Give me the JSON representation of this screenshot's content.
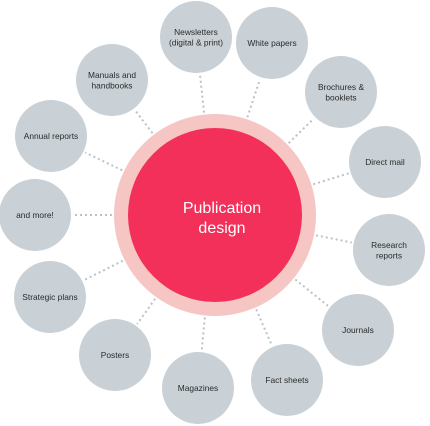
{
  "center": {
    "line1": "Publication",
    "line2": "design"
  },
  "colors": {
    "ring": "#f6c6c4",
    "core": "#f2305a",
    "node": "#c9d1d6",
    "spoke": "#b9c2c8",
    "text": "#2b2b2b"
  },
  "nodes": [
    {
      "name": "newsletters",
      "lines": [
        "Newsletters",
        "(digital & print)"
      ]
    },
    {
      "name": "white-papers",
      "lines": [
        "White papers"
      ]
    },
    {
      "name": "brochures-booklets",
      "lines": [
        "Brochures &",
        "booklets"
      ]
    },
    {
      "name": "direct-mail",
      "lines": [
        "Direct mail"
      ]
    },
    {
      "name": "research-reports",
      "lines": [
        "Research",
        "reports"
      ]
    },
    {
      "name": "journals",
      "lines": [
        "Journals"
      ]
    },
    {
      "name": "fact-sheets",
      "lines": [
        "Fact sheets"
      ]
    },
    {
      "name": "magazines",
      "lines": [
        "Magazines"
      ]
    },
    {
      "name": "posters",
      "lines": [
        "Posters"
      ]
    },
    {
      "name": "strategic-plans",
      "lines": [
        "Strategic plans"
      ]
    },
    {
      "name": "and-more",
      "lines": [
        "and more!"
      ]
    },
    {
      "name": "annual-reports",
      "lines": [
        "Annual reports"
      ]
    },
    {
      "name": "manuals-handbooks",
      "lines": [
        "Manuals and",
        "handbooks"
      ]
    }
  ]
}
